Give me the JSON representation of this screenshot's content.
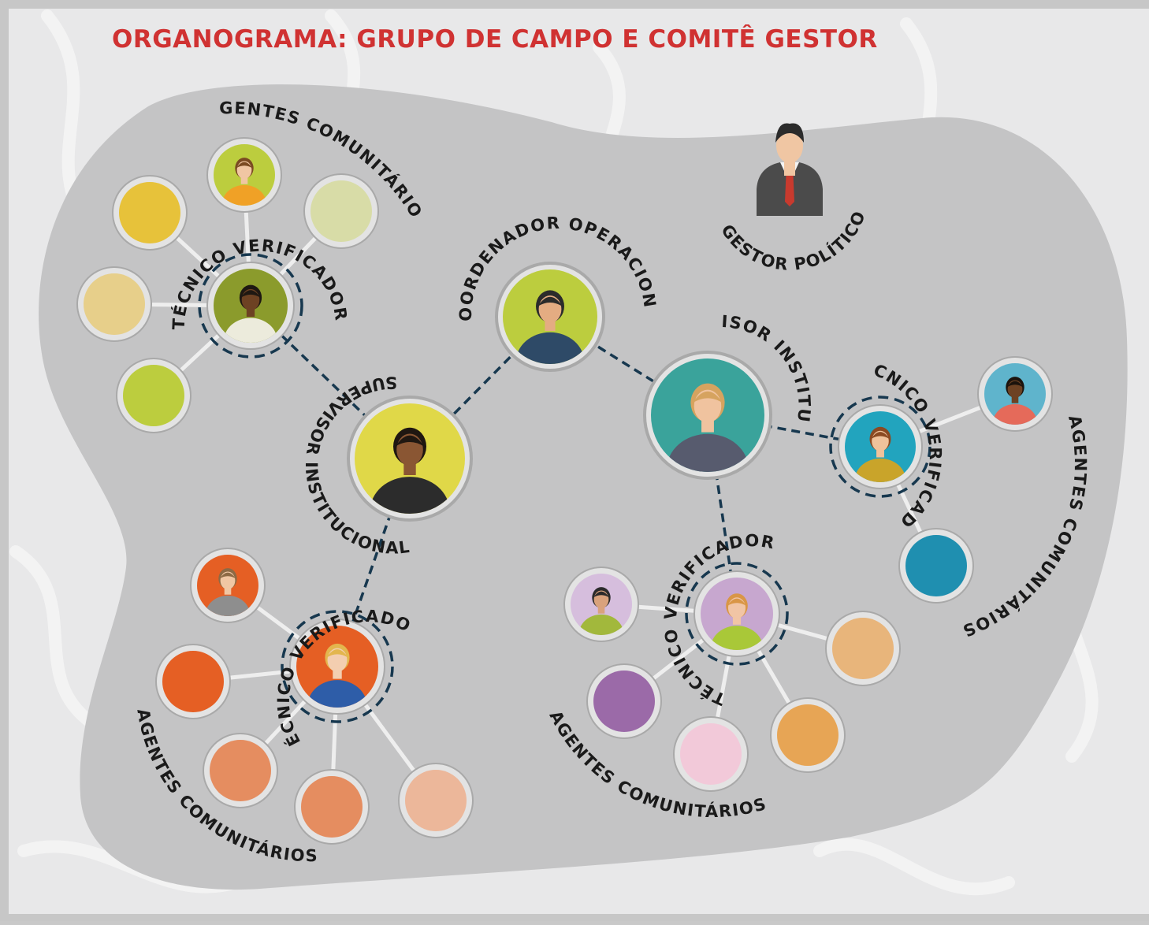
{
  "title": "ORGANOGRAMA: GRUPO DE CAMPO E COMITÊ GESTOR",
  "colors": {
    "title": "#d03232",
    "frame": "#c7c7c7",
    "background": "#e8e8e9",
    "blob": "#c4c4c5",
    "dash": "#17384f",
    "solid_link": "#eeeeee",
    "label": "#1a1a1a"
  },
  "roles": {
    "coordinator": "COORDENADOR OPERACIONAL",
    "supervisor": "SUPERVISOR INSTITUCIONAL",
    "verifier": "TÉCNICO VERIFICADOR",
    "agents": "AGENTES COMUNITÁRIOS",
    "political": "GESTOR POLÍTICO"
  },
  "nodes": {
    "coordinator": {
      "role": "coordinator",
      "fill": "#bccd3e",
      "skin": "#e4ac82",
      "hair": "#2b2b2b",
      "shirt": "#2e4a67"
    },
    "supervisor_left": {
      "role": "supervisor",
      "fill": "#e0d848",
      "skin": "#8a5633",
      "hair": "#1f1711",
      "shirt": "#2c2c2c"
    },
    "supervisor_right": {
      "role": "supervisor",
      "fill": "#3aa39b",
      "skin": "#f0c39f",
      "hair": "#d6a35f",
      "shirt": "#575b6e"
    },
    "verifier_tl": {
      "role": "verifier",
      "fill": "#8b9b2c",
      "skin": "#6d4223",
      "hair": "#1e1812",
      "shirt": "#ecebdc"
    },
    "verifier_bl": {
      "role": "verifier",
      "fill": "#e55f24",
      "skin": "#f3ceb0",
      "hair": "#e3b64e",
      "shirt": "#2e5da8"
    },
    "verifier_br": {
      "role": "verifier",
      "fill": "#c7a7cf",
      "skin": "#f1c5a5",
      "hair": "#d99646",
      "shirt": "#a9c838"
    },
    "verifier_r": {
      "role": "verifier",
      "fill": "#22a4be",
      "skin": "#f0c29b",
      "hair": "#8b4a22",
      "shirt": "#c9a42a"
    },
    "agents_tl": [
      {
        "fill": "#bccd3e",
        "skin": "#f0c6a3",
        "hair": "#7a4a22",
        "shirt": "#f0a126"
      },
      {
        "fill": "#e7c23a",
        "skin": "#4b2b17",
        "hair": "#1b130c",
        "shirt": "#2f3c7e"
      },
      {
        "fill": "#d8dca7",
        "skin": "#f0c6a3",
        "hair": "#a25b28",
        "shirt": "#3274b8"
      },
      {
        "fill": "#e7cf8a",
        "skin": "#f0c6a3",
        "hair": "#8e5a2c",
        "shirt": "#5f7fb2"
      },
      {
        "fill": "#bccd3e",
        "skin": "#f0c6a3",
        "hair": "#2b2b2b",
        "shirt": "#2853b8"
      }
    ],
    "agents_bl": [
      {
        "fill": "#e55f24",
        "skin": "#f0c6a3",
        "hair": "#8d6a45",
        "shirt": "#8e8e8e"
      },
      {
        "fill": "#e55f24",
        "skin": "#f0c6a3",
        "hair": "#2b2b2b",
        "shirt": "#efefef"
      },
      {
        "fill": "#e58d60",
        "skin": "#8f5a36",
        "hair": "#1b130c",
        "shirt": "#7a2d72"
      },
      {
        "fill": "#e58d60",
        "skin": "#4b2b17",
        "hair": "#1b130c",
        "shirt": "#ea8a6e"
      },
      {
        "fill": "#ecb79a",
        "skin": "#f0c6a3",
        "hair": "#e8c94a",
        "shirt": "#f3f3f3"
      }
    ],
    "agents_br": [
      {
        "fill": "#d6bedd",
        "skin": "#d9a27c",
        "hair": "#2b2b2b",
        "shirt": "#a2b83c"
      },
      {
        "fill": "#9b6aa8",
        "skin": "#f0c6a3",
        "hair": "#2b2b2b",
        "shirt": "#f0ead6"
      },
      {
        "fill": "#f2c9d9",
        "skin": "#f3d0b6",
        "hair": "#f3b23a",
        "shirt": "#e85f8a"
      },
      {
        "fill": "#e7a555",
        "skin": "#5e3a22",
        "hair": "#1b130c",
        "shirt": "#e85f58"
      },
      {
        "fill": "#e8b57b",
        "skin": "#5e3a22",
        "hair": "#1b130c",
        "shirt": "#3b4458"
      }
    ],
    "agents_r": [
      {
        "fill": "#5fb4cc",
        "skin": "#6d4223",
        "hair": "#1b130c",
        "shirt": "#e56a5a"
      },
      {
        "fill": "#1f8fb0",
        "skin": "#f0c6a3",
        "hair": "#8b4a22",
        "shirt": "#2f6db3"
      }
    ],
    "political": {
      "skin": "#f0c6a3",
      "hair": "#2b2b2b",
      "suit": "#4b4b4b",
      "tie": "#c83a2e"
    }
  }
}
